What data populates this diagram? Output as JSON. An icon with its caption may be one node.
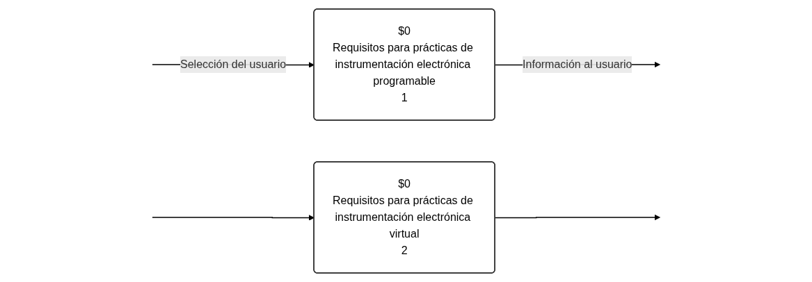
{
  "diagram": {
    "nodes": [
      {
        "text": [
          "$0",
          "Requisitos para prácticas de instrumentación electrónica programable",
          "1"
        ]
      },
      {
        "text": [
          "$0",
          "Requisitos para prácticas de instrumentación electrónica virtual",
          "2"
        ]
      }
    ],
    "edges": [
      {
        "from": null,
        "to": 0,
        "arrow": "to",
        "label": "Selección del usuario"
      },
      {
        "from": null,
        "to": 1,
        "arrow": "to"
      },
      {
        "from": 0,
        "to": null,
        "arrow": "to",
        "label": "Información al usuario"
      },
      {
        "from": 1,
        "to": null,
        "arrow": "to"
      }
    ]
  }
}
